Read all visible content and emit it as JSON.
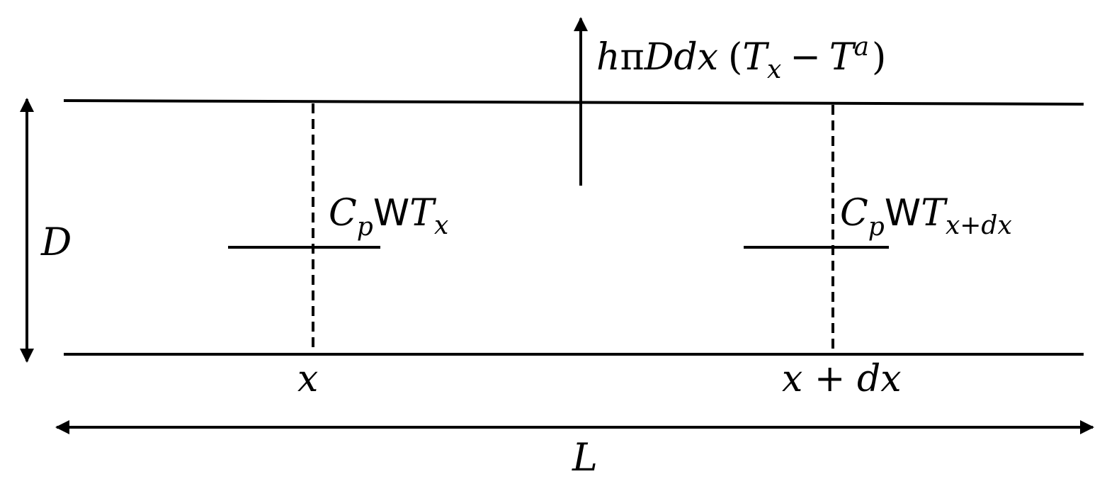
{
  "labels": {
    "heat_loss": {
      "h": "h",
      "pi": "π",
      "D": "D",
      "d": "d",
      "x": "x",
      "open_paren": "(",
      "T1": "T",
      "sub_x": "x",
      "minus": "−",
      "T2": "T",
      "sup_a": "a",
      "close_paren": ")"
    },
    "flux_left": {
      "C": "C",
      "p": "p",
      "W": "W",
      "T": "T",
      "sub": "x"
    },
    "flux_right": {
      "C": "C",
      "p": "p",
      "W": "W",
      "T": "T",
      "sub": "x+dx"
    },
    "diameter": "D",
    "position_left": "x",
    "position_right": "x + dx",
    "length": "L"
  }
}
